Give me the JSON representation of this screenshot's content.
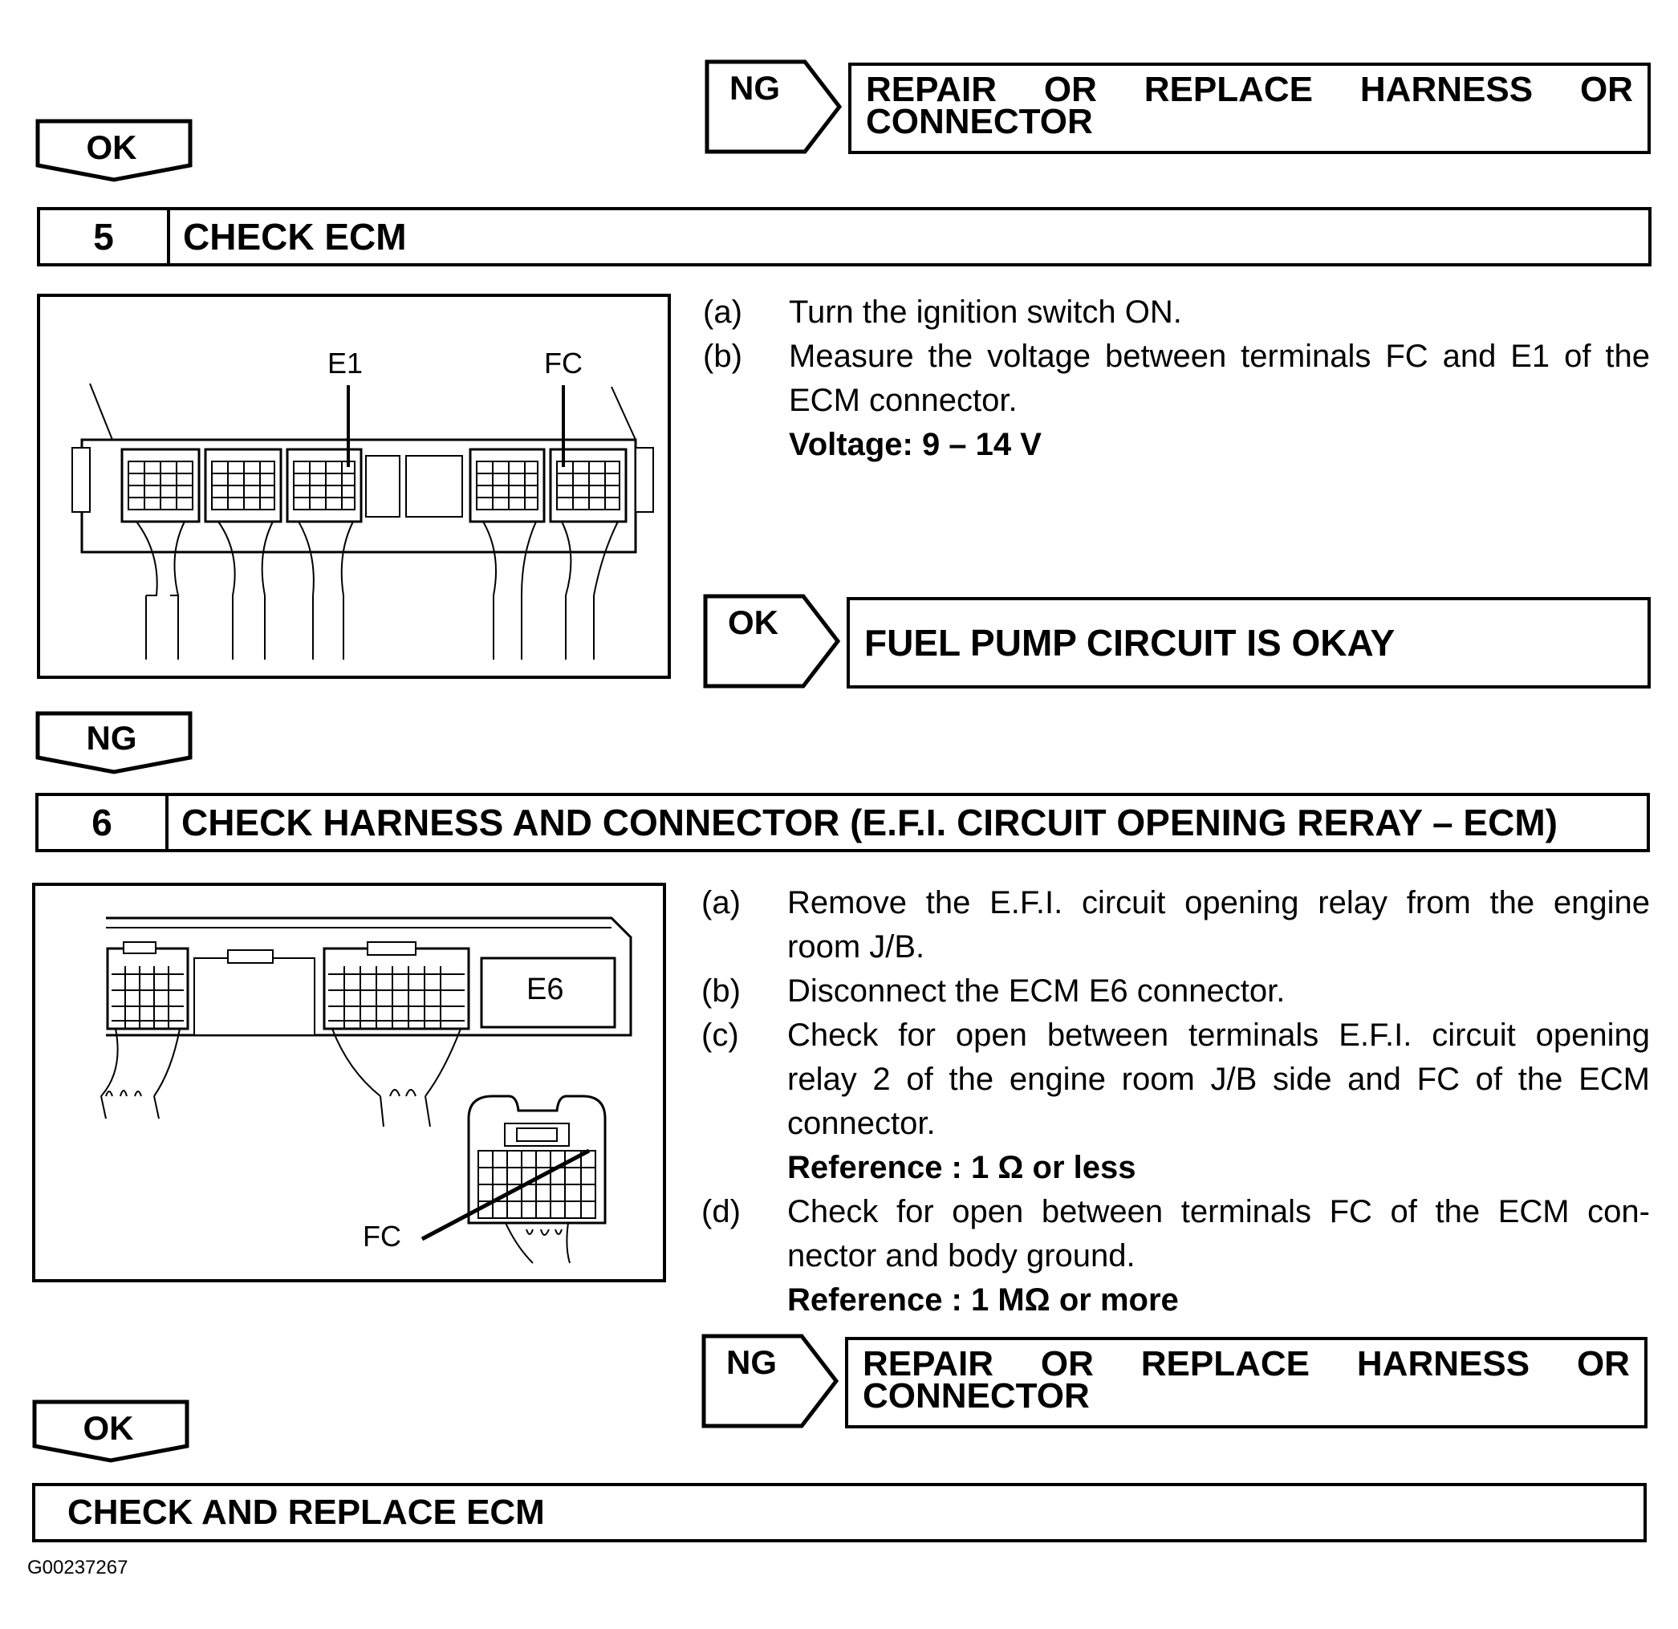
{
  "top_result": {
    "tag": "NG",
    "line1": [
      "REPAIR",
      "OR",
      "REPLACE",
      "HARNESS",
      "OR"
    ],
    "line2": "CONNECTOR"
  },
  "ok_tag_1": "OK",
  "step5": {
    "number": "5",
    "title": "CHECK ECM",
    "diagram": {
      "label_e1": "E1",
      "label_fc": "FC"
    },
    "instructions": [
      {
        "label": "(a)",
        "text": "Turn the ignition switch ON."
      },
      {
        "label": "(b)",
        "text": "Measure the voltage between terminals FC and E1 of the ECM connector."
      }
    ],
    "spec": "Voltage: 9 – 14 V",
    "ok_result": {
      "tag": "OK",
      "text": "FUEL PUMP CIRCUIT IS OKAY"
    }
  },
  "ng_tag": "NG",
  "step6": {
    "number": "6",
    "title": "CHECK HARNESS AND CONNECTOR (E.F.I. CIRCUIT OPENING RERAY – ECM)",
    "diagram": {
      "label_e6": "E6",
      "label_fc": "FC"
    },
    "instructions": [
      {
        "label": "(a)",
        "text": "Remove the E.F.I. circuit opening relay from the engine room J/B."
      },
      {
        "label": "(b)",
        "text": "Disconnect the ECM E6 connector."
      },
      {
        "label": "(c)",
        "text": "Check for open between terminals E.F.I. circuit opening relay 2 of the engine room J/B side and FC of the ECM connector."
      },
      {
        "label": "",
        "text": "Reference : 1 Ω or less",
        "bold": true
      },
      {
        "label": "(d)",
        "text": "Check for open between terminals FC of the ECM con-nector and body ground."
      },
      {
        "label": "",
        "text": "Reference : 1 MΩ or more",
        "bold": true
      }
    ],
    "ng_result": {
      "tag": "NG",
      "line1": [
        "REPAIR",
        "OR",
        "REPLACE",
        "HARNESS",
        "OR"
      ],
      "line2": "CONNECTOR"
    }
  },
  "ok_tag_2": "OK",
  "final": "CHECK AND REPLACE ECM",
  "figure_code": "G00237267"
}
